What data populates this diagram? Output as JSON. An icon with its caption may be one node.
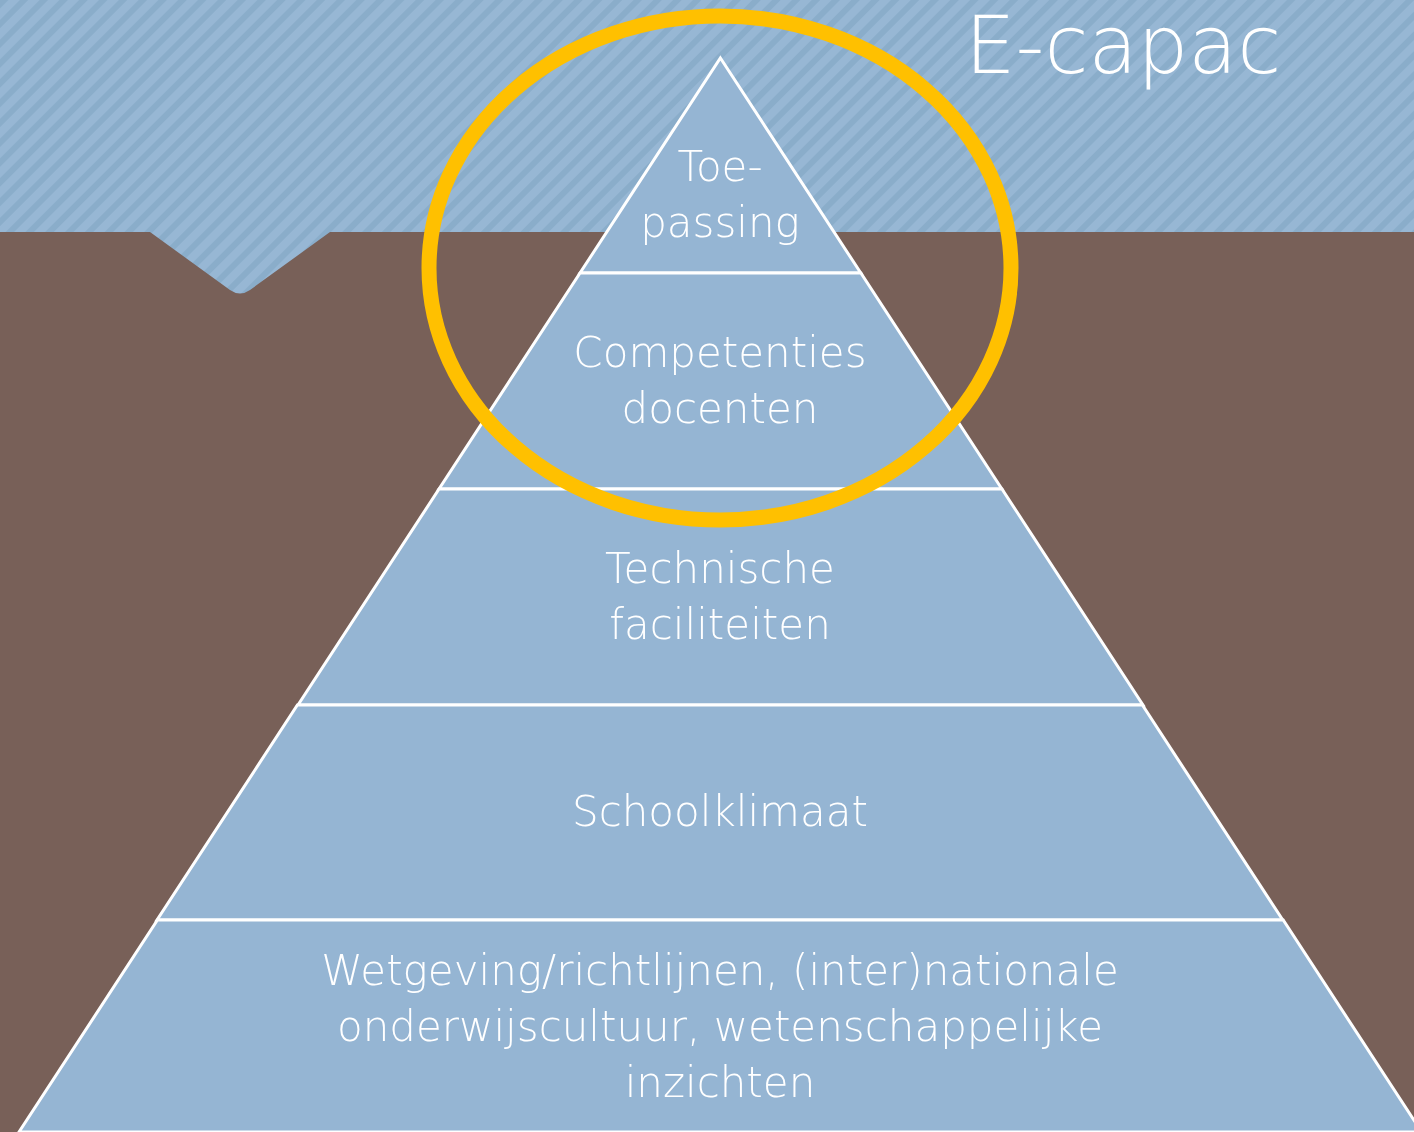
{
  "diagram": {
    "title": "E-capac",
    "nodes": [
      {
        "text": [
          "Toe- passing"
        ]
      },
      {
        "text": [
          "Competenties docenten"
        ]
      },
      {
        "text": [
          "Technische faciliteiten"
        ]
      },
      {
        "text": [
          "Schoolklimaat"
        ]
      },
      {
        "text": [
          "Wetgeving/richtlijnen, (inter)nationale onderwijscultuur, wetenschappelijke inzichten"
        ]
      }
    ]
  }
}
